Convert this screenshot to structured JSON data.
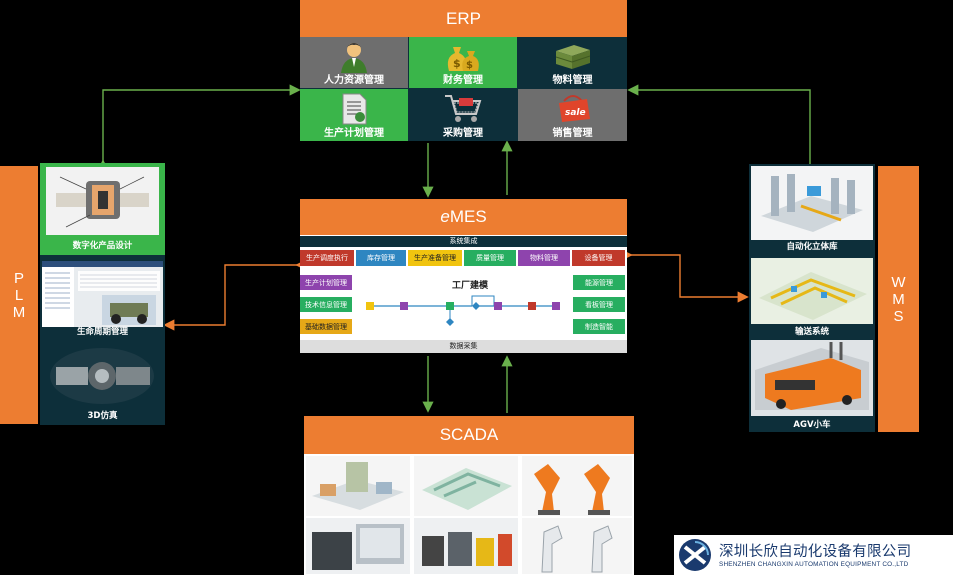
{
  "erp": {
    "title": "ERP",
    "modules": [
      {
        "label": "人力资源管理",
        "icon": "person-icon"
      },
      {
        "label": "财务管理",
        "icon": "money-bag-icon"
      },
      {
        "label": "物料管理",
        "icon": "crate-icon"
      },
      {
        "label": "生产计划管理",
        "icon": "document-icon"
      },
      {
        "label": "采购管理",
        "icon": "shopping-cart-icon"
      },
      {
        "label": "销售管理",
        "icon": "sale-bag-icon"
      }
    ],
    "sale_tag": "sale"
  },
  "emes": {
    "title_prefix": "e",
    "title_rest": "MES",
    "top_bar": "系统集成",
    "top_row": [
      "生产调度执行",
      "库存管理",
      "生产准备管理",
      "质量管理",
      "物料管理",
      "设备管理"
    ],
    "left_col": [
      "生产计划管理",
      "技术信息管理",
      "基础数据管理"
    ],
    "right_col": [
      "能源管理",
      "看板管理",
      "制造智能"
    ],
    "center_label": "工厂建模",
    "bottom_bar": "数据采集"
  },
  "plm": {
    "label_letters": [
      "P",
      "L",
      "M"
    ],
    "panels": [
      {
        "label": "数字化产品设计"
      },
      {
        "label": "生命周期管理"
      },
      {
        "label": "3D仿真"
      }
    ]
  },
  "wms": {
    "label_letters": [
      "W",
      "M",
      "S"
    ],
    "panels": [
      {
        "label": "自动化立体库"
      },
      {
        "label": "输送系统"
      },
      {
        "label": "AGV小车"
      }
    ]
  },
  "scada": {
    "title": "SCADA"
  },
  "company": {
    "name_cn": "深圳长欣自动化设备有限公司",
    "name_en": "SHENZHEN CHANGXIN AUTOMATION EQUIPMENT CO.,LTD"
  },
  "colors": {
    "orange": "#ed7d31",
    "green": "#3ab54a",
    "dark_teal": "#0d2f3a",
    "gray": "#6e6e6e",
    "arrow": "#6ab04c"
  }
}
